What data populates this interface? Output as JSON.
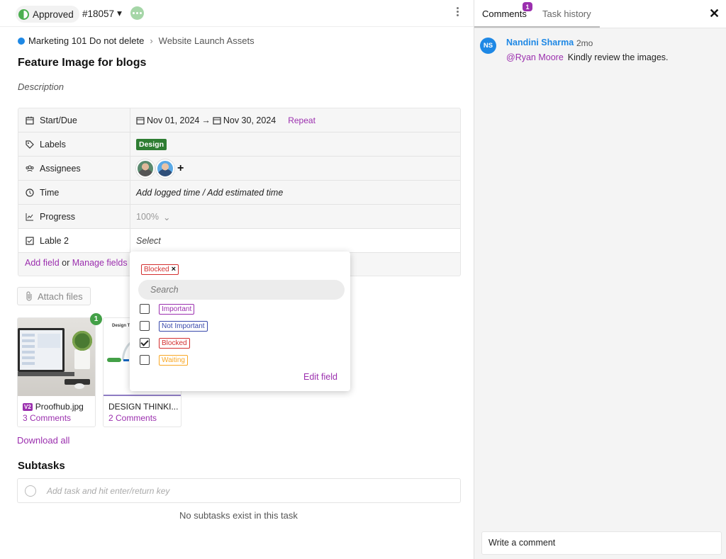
{
  "header": {
    "status": "Approved",
    "task_id": "#18057",
    "chevron": "▾"
  },
  "breadcrumb": {
    "project": "Marketing 101 Do not delete",
    "separator": "›",
    "current": "Website Launch Assets"
  },
  "task": {
    "title": "Feature Image for blogs",
    "description_placeholder": "Description"
  },
  "fields": {
    "start_due": {
      "label": "Start/Due",
      "start": "Nov 01, 2024",
      "arrow": "→",
      "due": "Nov 30, 2024",
      "repeat": "Repeat"
    },
    "labels": {
      "label": "Labels",
      "chip": "Design",
      "chip_color": "#2e7d32"
    },
    "assignees": {
      "label": "Assignees",
      "add": "+"
    },
    "time": {
      "label": "Time",
      "value": "Add logged time / Add estimated time"
    },
    "progress": {
      "label": "Progress",
      "value": "100%",
      "chevron": "⌄"
    },
    "lable2": {
      "label": "Lable 2",
      "value": "Select"
    },
    "add_field": "Add field",
    "or": "or",
    "manage_fields": "Manage fields"
  },
  "attach": {
    "label": "Attach files"
  },
  "attachments": [
    {
      "version": "V2",
      "name": "Proofhub.jpg",
      "comments": "3 Comments",
      "badge": "1"
    },
    {
      "name": "DESIGN THINKI...",
      "comments": "2 Comments",
      "thumb_title": "Design T"
    }
  ],
  "download_all": "Download all",
  "subtasks": {
    "title": "Subtasks",
    "placeholder": "Add task and hit enter/return key",
    "empty": "No subtasks exist in this task"
  },
  "dropdown": {
    "selected_tag": "Blocked",
    "remove": "×",
    "search_placeholder": "Search",
    "options": [
      {
        "label": "Important",
        "color": "#9b2fae",
        "checked": false
      },
      {
        "label": "Not Important",
        "color": "#3949ab",
        "checked": false
      },
      {
        "label": "Blocked",
        "color": "#d32f2f",
        "checked": true
      },
      {
        "label": "Waiting",
        "color": "#f9a825",
        "checked": false
      }
    ],
    "edit_field": "Edit field"
  },
  "panel": {
    "tabs": [
      {
        "label": "Comments",
        "badge": "1",
        "active": true
      },
      {
        "label": "Task history",
        "active": false
      }
    ],
    "close": "✕",
    "comment": {
      "initials": "NS",
      "author": "Nandini Sharma",
      "time": "2mo",
      "mention": "@Ryan Moore",
      "text": "Kindly review the images."
    },
    "write_placeholder": "Write a comment"
  },
  "colors": {
    "accent": "#9b2fae",
    "link_blue": "#1e88e5",
    "approved_green": "#4caf50"
  }
}
